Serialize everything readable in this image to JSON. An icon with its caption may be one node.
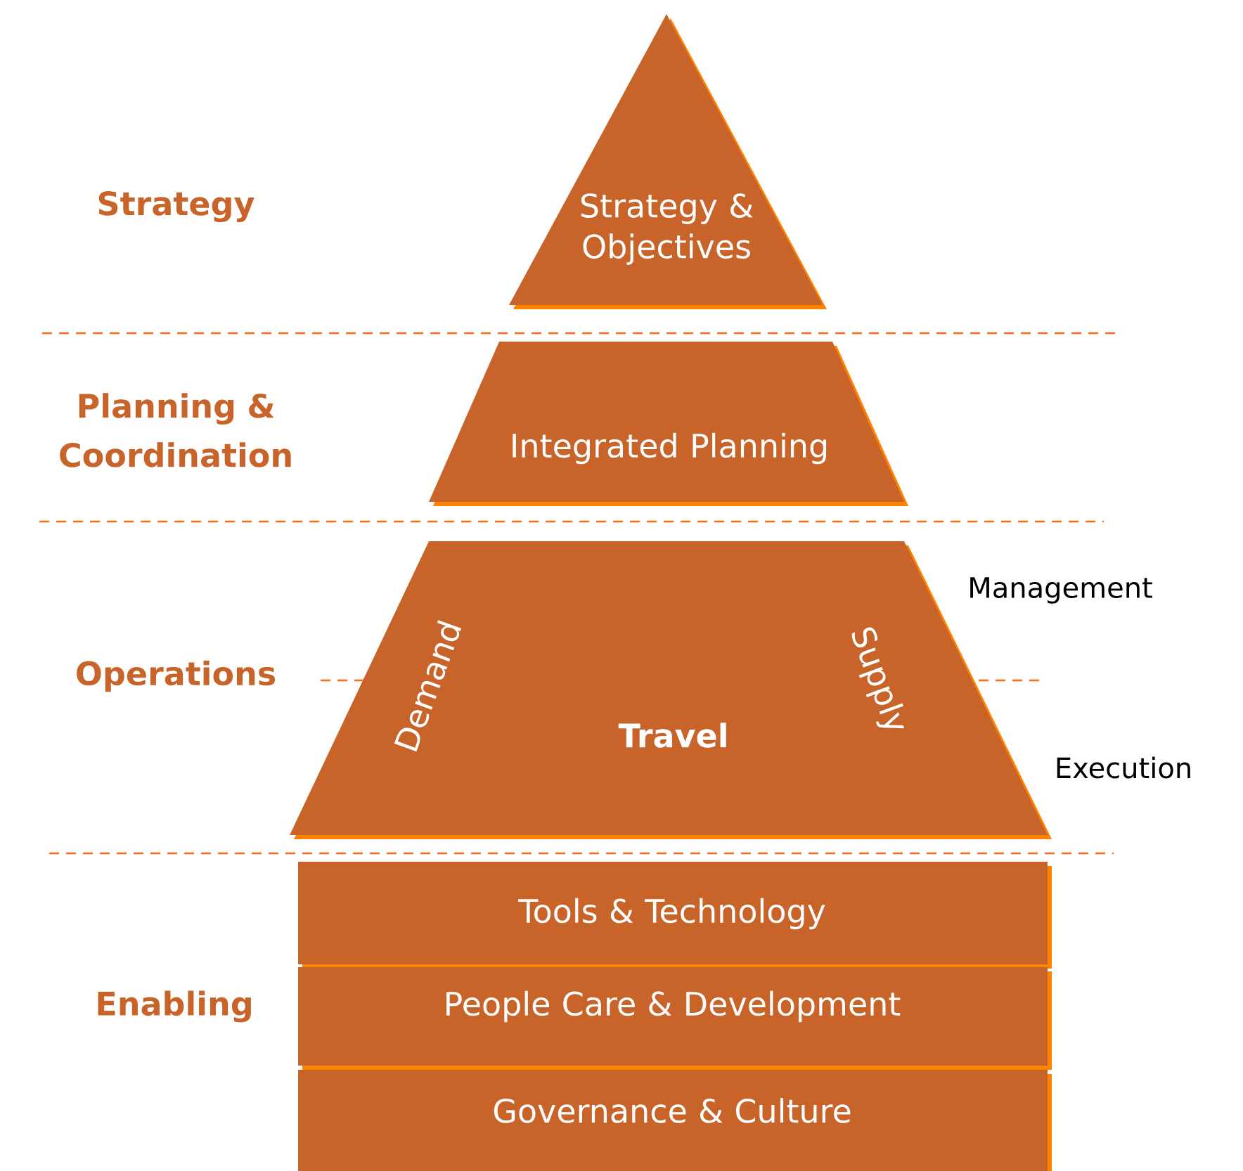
{
  "diagram": {
    "nodes": [
      {
        "text": [
          "Strategy & Objectives"
        ]
      },
      {
        "text": [
          "Integrated Planning"
        ]
      },
      {
        "text": [
          "Travel",
          "Demand",
          "Supply"
        ]
      },
      {
        "text": [
          "Tools & Technology"
        ]
      },
      {
        "text": [
          "People Care & Development"
        ]
      },
      {
        "text": [
          "Governance & Culture"
        ]
      }
    ],
    "labels": [
      "Strategy",
      "Planning & Coordination",
      "Management",
      "Operations",
      "Execution",
      "Enabling"
    ]
  }
}
